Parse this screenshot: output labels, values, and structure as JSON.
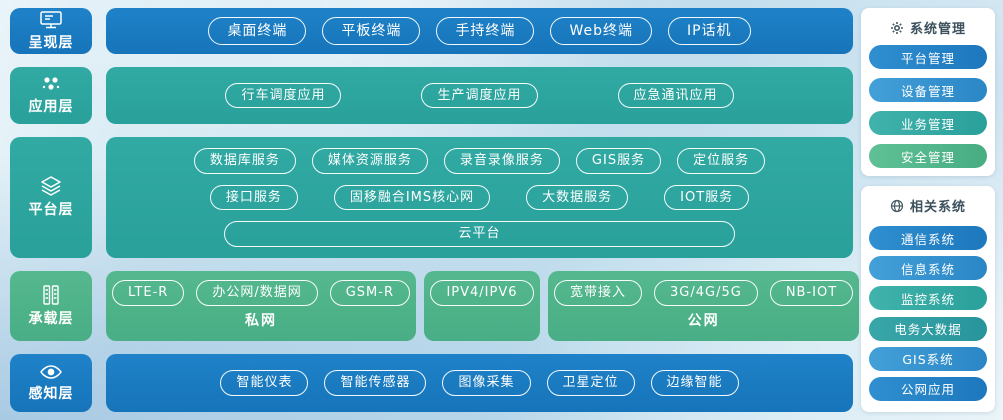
{
  "colors": {
    "layer_blue": "#1b7cc3",
    "layer_teal": "#2ea7a1",
    "layer_green": "#4fb389",
    "panel_bg": "#ffffff"
  },
  "layers": [
    {
      "label": "呈现层",
      "icon": "monitor-icon",
      "color": "#1b7cc3"
    },
    {
      "label": "应用层",
      "icon": "cluster-icon",
      "color": "#2ea7a1"
    },
    {
      "label": "平台层",
      "icon": "layers-icon",
      "color": "#2ea7a1"
    },
    {
      "label": "承载层",
      "icon": "server-rack-icon",
      "color": "#4fb389"
    },
    {
      "label": "感知层",
      "icon": "eye-icon",
      "color": "#1b7cc3"
    }
  ],
  "presentation": {
    "pills": [
      "桌面终端",
      "平板终端",
      "手持终端",
      "Web终端",
      "IP话机"
    ]
  },
  "application": {
    "pills": [
      "行车调度应用",
      "生产调度应用",
      "应急通讯应用"
    ]
  },
  "platform": {
    "row1": [
      "数据库服务",
      "媒体资源服务",
      "录音录像服务",
      "GIS服务",
      "定位服务"
    ],
    "row2": [
      "接口服务",
      "固移融合IMS核心网",
      "大数据服务",
      "IOT服务"
    ],
    "row3": [
      "云平台"
    ]
  },
  "bearer": {
    "private": {
      "pills": [
        "LTE-R",
        "办公网/数据网",
        "GSM-R"
      ],
      "label": "私网"
    },
    "middle": {
      "pill": "IPV4/IPV6"
    },
    "public": {
      "pills": [
        "宽带接入",
        "3G/4G/5G",
        "NB-IOT"
      ],
      "label": "公网"
    }
  },
  "perception": {
    "pills": [
      "智能仪表",
      "智能传感器",
      "图像采集",
      "卫星定位",
      "边缘智能"
    ]
  },
  "side": {
    "system_management": {
      "title": "系统管理",
      "icon": "gear-icon",
      "items": [
        {
          "label": "平台管理",
          "color": "#2585c7"
        },
        {
          "label": "设备管理",
          "color": "#3a96d2"
        },
        {
          "label": "业务管理",
          "color": "#35aba5"
        },
        {
          "label": "安全管理",
          "color": "#52b48b"
        }
      ]
    },
    "related_systems": {
      "title": "相关系统",
      "icon": "globe-icon",
      "items": [
        {
          "label": "通信系统",
          "color": "#1f7cc2"
        },
        {
          "label": "信息系统",
          "color": "#3a96d2"
        },
        {
          "label": "监控系统",
          "color": "#35aba5"
        },
        {
          "label": "电务大数据",
          "color": "#2e9ea5"
        },
        {
          "label": "GIS系统",
          "color": "#2f8cc9"
        },
        {
          "label": "公网应用",
          "color": "#1f7cc2"
        }
      ]
    }
  }
}
